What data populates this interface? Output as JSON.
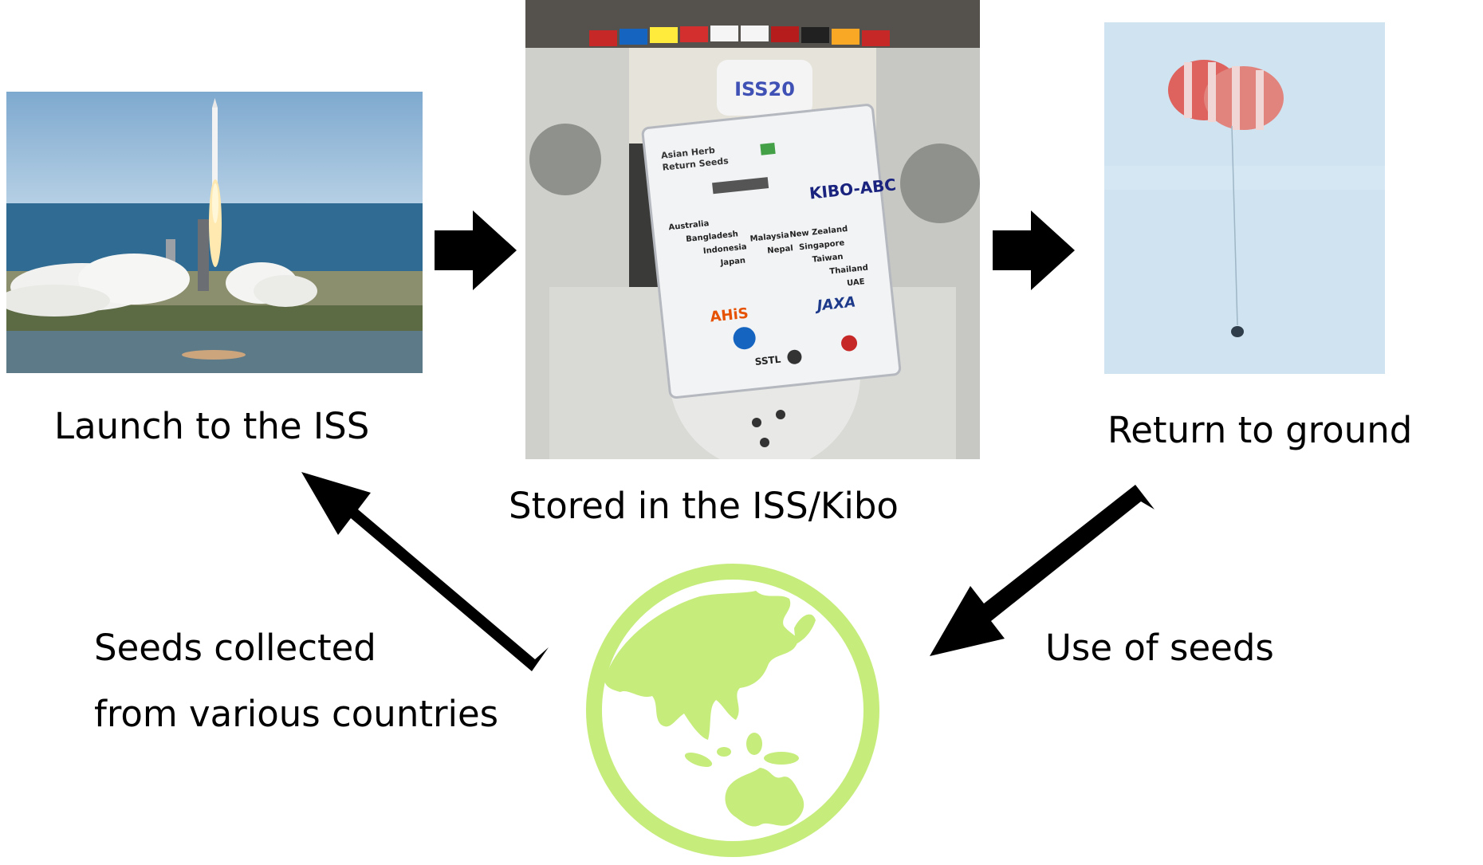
{
  "captions": {
    "launch": "Launch to the ISS",
    "stored": "Stored in the ISS/Kibo",
    "return": "Return to ground",
    "collected_line1": "Seeds collected",
    "collected_line2": "from various countries",
    "use": "Use of seeds"
  },
  "seed_bag": {
    "title_line1": "Asian Herb",
    "title_line2": "Return Seeds",
    "logo": "KIBO-ABC",
    "patch": "ISS20",
    "countries": [
      "Australia",
      "Bangladesh",
      "Indonesia",
      "Japan",
      "Malaysia",
      "Nepal",
      "New Zealand",
      "Singapore",
      "Taiwan",
      "Thailand",
      "UAE"
    ],
    "agency_logos": [
      "JAXA",
      "AHiS",
      "SSTL"
    ]
  },
  "colors": {
    "arrow": "#000000",
    "globe": "#c6ec7c",
    "globe_land": "#c6ec7c",
    "sky": "#cfe3f0",
    "sea": "#2b5f86",
    "parachute_red": "#e0554e"
  },
  "icons": {
    "globe": "globe-asia-pacific-icon",
    "arrows": "arrow-icon"
  }
}
